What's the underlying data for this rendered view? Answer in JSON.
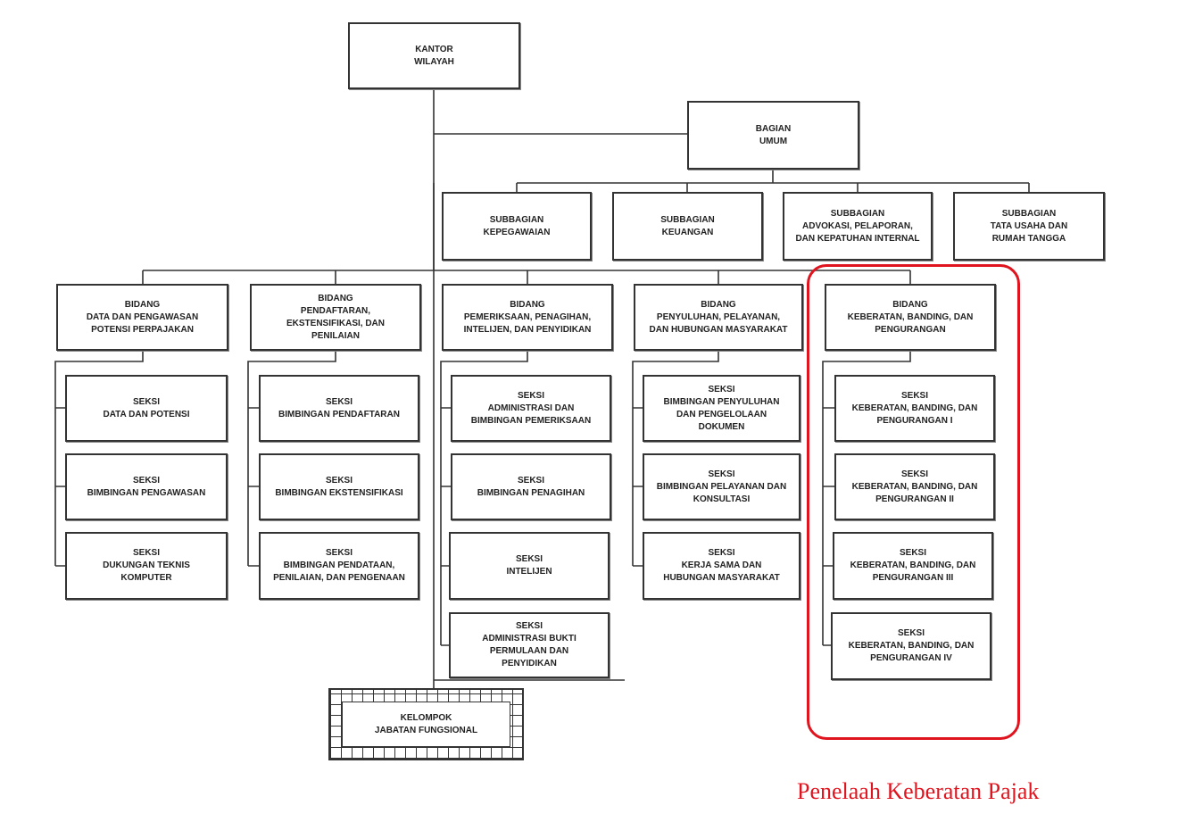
{
  "kantor_wilayah": "KANTOR\nWILAYAH",
  "bagian_umum": "BAGIAN\nUMUM",
  "subbagian": [
    "SUBBAGIAN\nKEPEGAWAIAN",
    "SUBBAGIAN\nKEUANGAN",
    "SUBBAGIAN\nADVOKASI, PELAPORAN,\nDAN KEPATUHAN INTERNAL",
    "SUBBAGIAN\nTATA USAHA DAN\nRUMAH TANGGA"
  ],
  "bidang": [
    {
      "title": "BIDANG\nDATA DAN PENGAWASAN\nPOTENSI PERPAJAKAN",
      "seksi": [
        "SEKSI\nDATA DAN POTENSI",
        "SEKSI\nBIMBINGAN PENGAWASAN",
        "SEKSI\nDUKUNGAN TEKNIS\nKOMPUTER"
      ]
    },
    {
      "title": "BIDANG\nPENDAFTARAN,\nEKSTENSIFIKASI, DAN\nPENILAIAN",
      "seksi": [
        "SEKSI\nBIMBINGAN PENDAFTARAN",
        "SEKSI\nBIMBINGAN EKSTENSIFIKASI",
        "SEKSI\nBIMBINGAN PENDATAAN,\nPENILAIAN, DAN PENGENAAN"
      ]
    },
    {
      "title": "BIDANG\nPEMERIKSAAN, PENAGIHAN,\nINTELIJEN, DAN PENYIDIKAN",
      "seksi": [
        "SEKSI\nADMINISTRASI DAN\nBIMBINGAN PEMERIKSAAN",
        "SEKSI\nBIMBINGAN PENAGIHAN",
        "SEKSI\nINTELIJEN",
        "SEKSI\nADMINISTRASI BUKTI\nPERMULAAN DAN\nPENYIDIKAN"
      ]
    },
    {
      "title": "BIDANG\nPENYULUHAN, PELAYANAN,\nDAN HUBUNGAN MASYARAKAT",
      "seksi": [
        "SEKSI\nBIMBINGAN PENYULUHAN\nDAN PENGELOLAAN\nDOKUMEN",
        "SEKSI\nBIMBINGAN PELAYANAN DAN\nKONSULTASI",
        "SEKSI\nKERJA SAMA DAN\nHUBUNGAN MASYARAKAT"
      ]
    },
    {
      "title": "BIDANG\nKEBERATAN, BANDING, DAN\nPENGURANGAN",
      "seksi": [
        "SEKSI\nKEBERATAN, BANDING, DAN\nPENGURANGAN I",
        "SEKSI\nKEBERATAN, BANDING, DAN\nPENGURANGAN II",
        "SEKSI\nKEBERATAN, BANDING, DAN\nPENGURANGAN III",
        "SEKSI\nKEBERATAN, BANDING, DAN\nPENGURANGAN IV"
      ]
    }
  ],
  "kelompok": "KELOMPOK\nJABATAN FUNGSIONAL",
  "caption": "Penelaah Keberatan Pajak",
  "colors": {
    "highlight": "#e0141e",
    "line": "#333333"
  }
}
